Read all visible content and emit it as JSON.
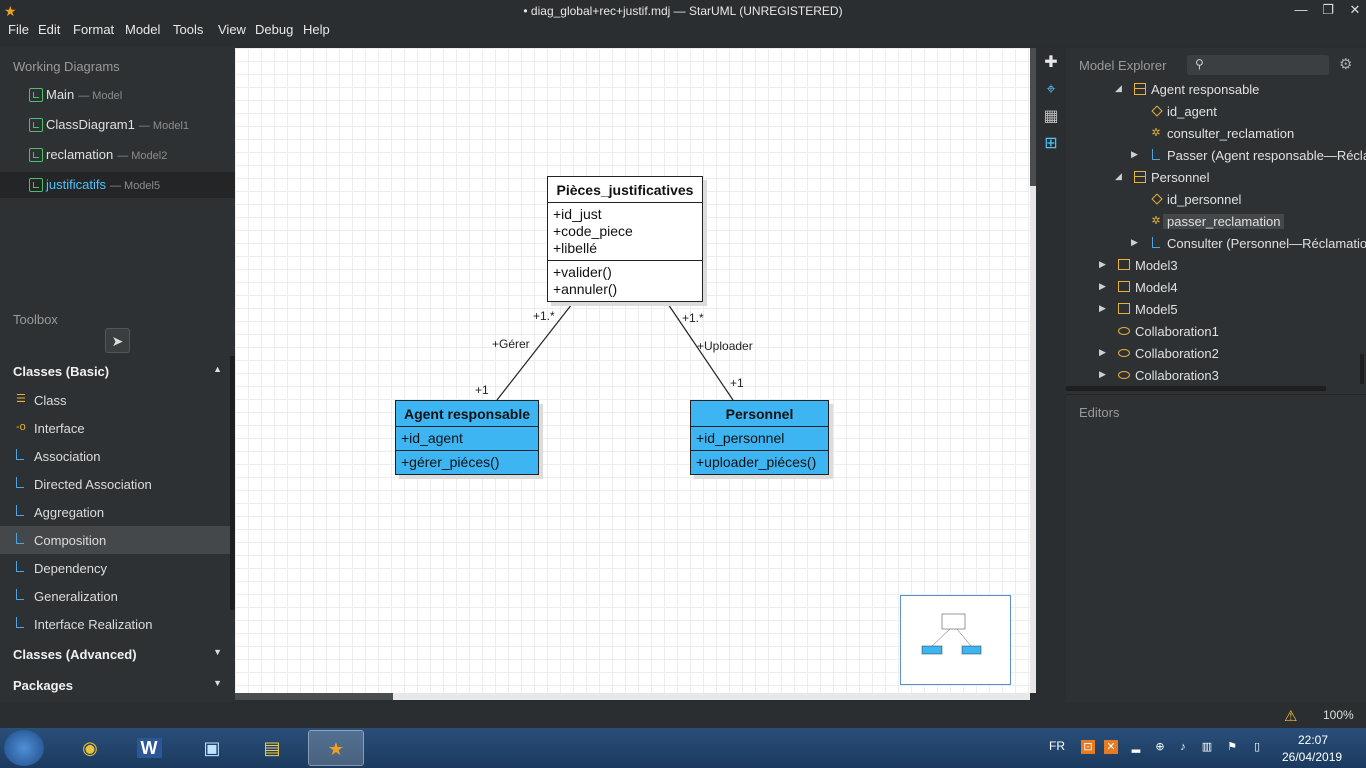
{
  "window": {
    "title": "• diag_global+rec+justif.mdj — StarUML (UNREGISTERED)",
    "minimize": "—",
    "restore": "❐",
    "close": "✕"
  },
  "menu": [
    "File",
    "Edit",
    "Format",
    "Model",
    "Tools",
    "View",
    "Debug",
    "Help"
  ],
  "working_diagrams": {
    "header": "Working Diagrams",
    "items": [
      {
        "name": "Main",
        "model": "— Model"
      },
      {
        "name": "ClassDiagram1",
        "model": "— Model1"
      },
      {
        "name": "reclamation",
        "model": "— Model2"
      },
      {
        "name": "justificatifs",
        "model": "— Model5"
      }
    ]
  },
  "toolbox": {
    "header": "Toolbox",
    "sections": {
      "basic": "Classes (Basic)",
      "advanced": "Classes (Advanced)",
      "packages": "Packages"
    },
    "items": [
      "Class",
      "Interface",
      "Association",
      "Directed Association",
      "Aggregation",
      "Composition",
      "Dependency",
      "Generalization",
      "Interface Realization"
    ],
    "selected": "Composition"
  },
  "diagram": {
    "pieces": {
      "name": "Pièces_justificatives",
      "attributes": [
        "+id_just",
        "+code_piece",
        "+libellé"
      ],
      "operations": [
        "+valider()",
        "+annuler()"
      ]
    },
    "agent": {
      "name": "Agent responsable",
      "attributes": [
        "+id_agent"
      ],
      "operations": [
        "+gérer_piéces()"
      ]
    },
    "personnel": {
      "name": "Personnel",
      "attributes": [
        "+id_personnel"
      ],
      "operations": [
        "+uploader_piéces()"
      ]
    },
    "labels": {
      "left_mult_top": "+1.*",
      "left_role": "+Gérer",
      "left_mult_bottom": "+1",
      "right_mult_top": "+1.*",
      "right_role": "+Uploader",
      "right_mult_bottom": "+1"
    }
  },
  "model_explorer": {
    "title": "Model Explorer",
    "tree": [
      {
        "label": "Agent responsable",
        "icon": "class-icon",
        "arrow": "◢"
      },
      {
        "label": "id_agent",
        "icon": "attribute-icon",
        "arrow": ""
      },
      {
        "label": "consulter_reclamation",
        "icon": "operation-icon",
        "arrow": ""
      },
      {
        "label": "Passer (Agent responsable—Réclam",
        "icon": "association-icon",
        "arrow": "▶"
      },
      {
        "label": "Personnel",
        "icon": "class-icon",
        "arrow": "◢"
      },
      {
        "label": "id_personnel",
        "icon": "attribute-icon",
        "arrow": ""
      },
      {
        "label": "passer_reclamation",
        "icon": "operation-icon",
        "arrow": ""
      },
      {
        "label": "Consulter (Personnel—Réclamation",
        "icon": "association-icon",
        "arrow": "▶"
      },
      {
        "label": "Model3",
        "icon": "model-icon",
        "arrow": "▶"
      },
      {
        "label": "Model4",
        "icon": "model-icon",
        "arrow": "▶"
      },
      {
        "label": "Model5",
        "icon": "model-icon",
        "arrow": "▶"
      },
      {
        "label": "Collaboration1",
        "icon": "collaboration-icon",
        "arrow": ""
      },
      {
        "label": "Collaboration2",
        "icon": "collaboration-icon",
        "arrow": "▶"
      },
      {
        "label": "Collaboration3",
        "icon": "collaboration-icon",
        "arrow": "▶"
      }
    ]
  },
  "editors": {
    "title": "Editors"
  },
  "status": {
    "zoom": "100%"
  },
  "taskbar": {
    "lang": "FR",
    "time": "22:07",
    "date": "26/04/2019"
  }
}
